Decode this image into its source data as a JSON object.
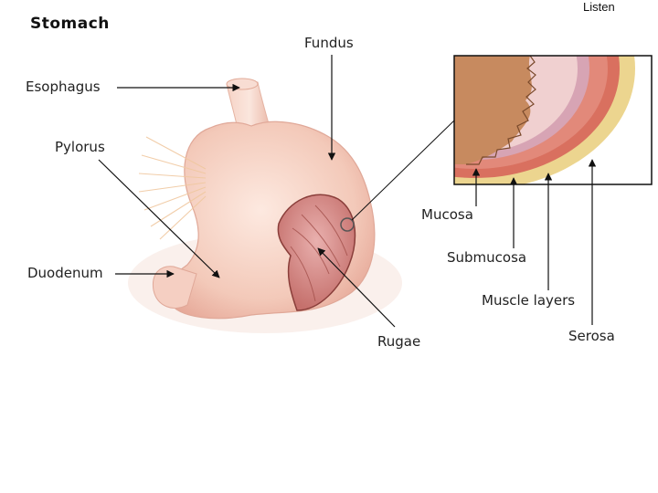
{
  "title": "Stomach",
  "listen_label": "Listen",
  "labels": {
    "fundus": "Fundus",
    "esophagus": "Esophagus",
    "pylorus": "Pylorus",
    "duodenum": "Duodenum",
    "rugae": "Rugae",
    "mucosa": "Mucosa",
    "submucosa": "Submucosa",
    "muscle_layers": "Muscle layers",
    "serosa": "Serosa"
  },
  "colors": {
    "stomach_outer": "#f2c4b4",
    "stomach_inner": "#d98a80",
    "mucosa": "#c78a5f",
    "submucosa": "#d7a4b4",
    "muscle": "#d9705f",
    "serosa": "#ecd58f"
  }
}
